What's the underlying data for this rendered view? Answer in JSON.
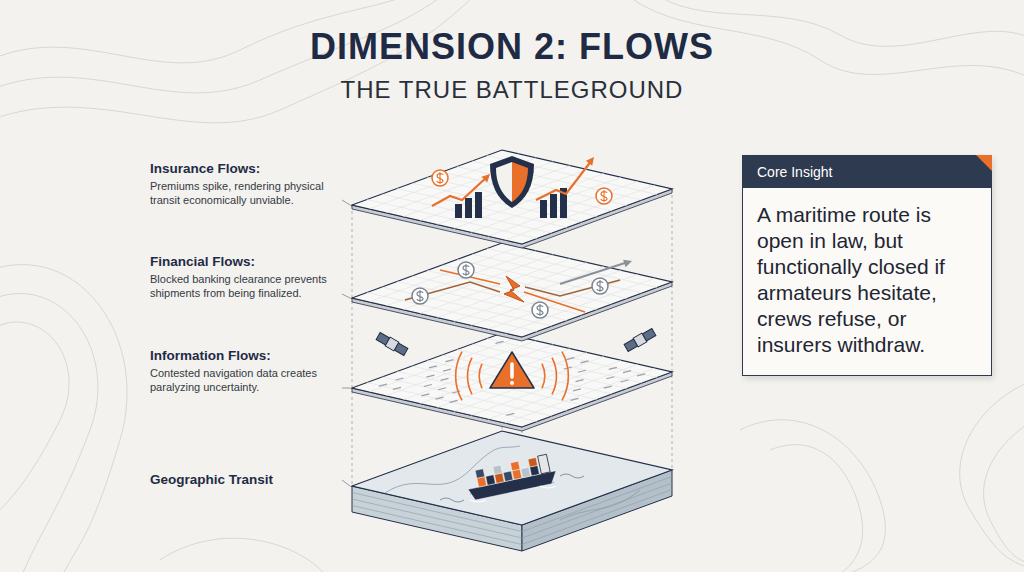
{
  "diagram": {
    "title": "DIMENSION 2: FLOWS",
    "nodes": [
      {
        "text": [
          "Insurance Flows:",
          "Premiums spike, rendering physical transit economically unviable."
        ]
      },
      {
        "text": [
          "Financial Flows:",
          "Blocked banking clearance prevents shipments from being finalized."
        ]
      },
      {
        "text": [
          "Information Flows:",
          "Contested navigation data creates paralyzing uncertainty."
        ]
      },
      {
        "text": [
          "Geographic Transit"
        ]
      },
      {
        "text": [
          "Core Insight",
          "A maritime route is open in law, but functionally closed if armateurs hesitate, crews refuse, or insurers withdraw."
        ]
      }
    ],
    "labels": [
      "THE TRUE BATTLEGROUND"
    ]
  }
}
